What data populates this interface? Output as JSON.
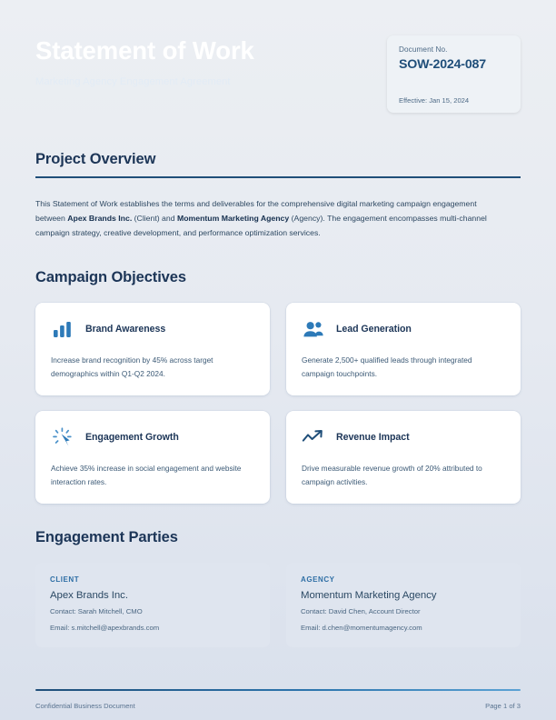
{
  "header": {
    "title": "Statement of Work",
    "subtitle": "Marketing Agency Engagement Agreement",
    "badge": {
      "label": "Document No.",
      "value": "SOW-2024-087",
      "effective": "Effective: Jan 15, 2024"
    },
    "colors": {
      "gradient_start": "#1f5c91",
      "gradient_end": "#2e7cbb",
      "badge_bg": "#eef2f6",
      "badge_value_color": "#1f4e79"
    }
  },
  "overview": {
    "heading": "Project Overview",
    "paragraph": {
      "part1": "This Statement of Work establishes the terms and deliverables for the comprehensive digital marketing campaign engagement between ",
      "client": "Apex Brands Inc.",
      "part2": " (Client) and ",
      "agency": "Momentum Marketing Agency",
      "part3": " (Agency). The engagement encompasses multi-channel campaign strategy, creative development, and performance optimization services."
    }
  },
  "objectives": {
    "heading": "Campaign Objectives",
    "cards": [
      {
        "icon": "bar-chart-icon",
        "title": "Brand Awareness",
        "description": "Increase brand recognition by 45% across target demographics within Q1-Q2 2024."
      },
      {
        "icon": "users-icon",
        "title": "Lead Generation",
        "description": "Generate 2,500+ qualified leads through integrated campaign touchpoints."
      },
      {
        "icon": "cursor-click-icon",
        "title": "Engagement Growth",
        "description": "Achieve 35% increase in social engagement and website interaction rates."
      },
      {
        "icon": "trending-up-icon",
        "title": "Revenue Impact",
        "description": "Drive measurable revenue growth of 20% attributed to campaign activities."
      }
    ]
  },
  "parties": {
    "heading": "Engagement Parties",
    "cards": [
      {
        "role": "CLIENT",
        "name": "Apex Brands Inc.",
        "contact": "Contact: Sarah Mitchell, CMO",
        "email": "Email: s.mitchell@apexbrands.com"
      },
      {
        "role": "AGENCY",
        "name": "Momentum Marketing Agency",
        "contact": "Contact: David Chen, Account Director",
        "email": "Email: d.chen@momentumagency.com"
      }
    ]
  },
  "footer": {
    "left": "Confidential Business Document",
    "right": "Page 1 of 3"
  }
}
